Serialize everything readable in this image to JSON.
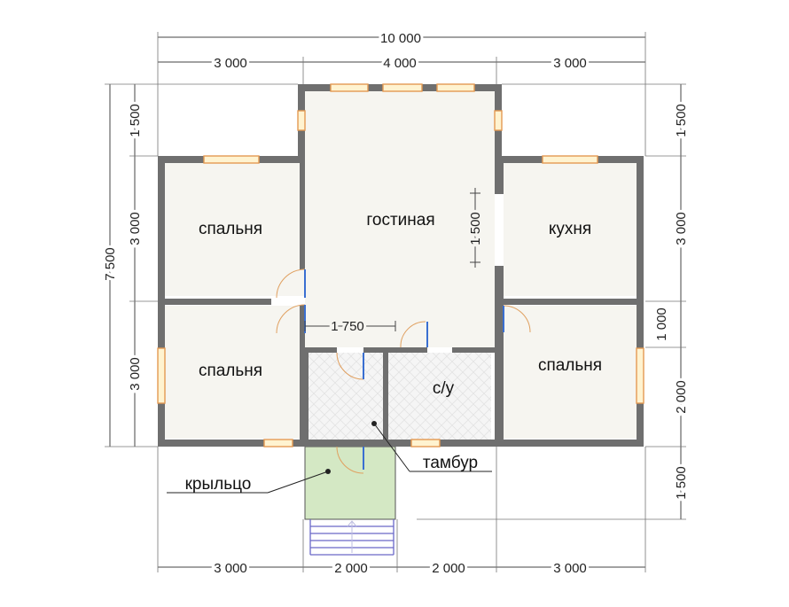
{
  "dimensions": {
    "top_total": "10 000",
    "top_left": "3 000",
    "top_mid": "4 000",
    "top_right": "3 000",
    "left_total": "7 500",
    "left_top": "1 500",
    "left_mid": "3 000",
    "left_bottom": "3 000",
    "right_top": "1 500",
    "right_mid": "3 000",
    "right_gap": "1 000",
    "right_lower": "2 000",
    "right_bottom": "1 500",
    "bottom_1": "3 000",
    "bottom_2": "2 000",
    "bottom_3": "2 000",
    "bottom_4": "3 000",
    "inner_horizontal": "1 750",
    "inner_vertical": "1 500"
  },
  "rooms": {
    "bedroom_top_left": "спальня",
    "living_room": "гостиная",
    "kitchen": "кухня",
    "bedroom_bottom_left": "спальня",
    "bathroom": "с/у",
    "bedroom_bottom_right": "спальня"
  },
  "callouts": {
    "vestibule": "тамбур",
    "porch": "крыльцо"
  },
  "colors": {
    "wall": "#6f6f6f",
    "floor": "#f6f5f0",
    "porch": "#d4e8c4",
    "window_frame": "#e49a52",
    "door_leaf": "#3a6fd1",
    "stairs": "#6a68c8"
  }
}
